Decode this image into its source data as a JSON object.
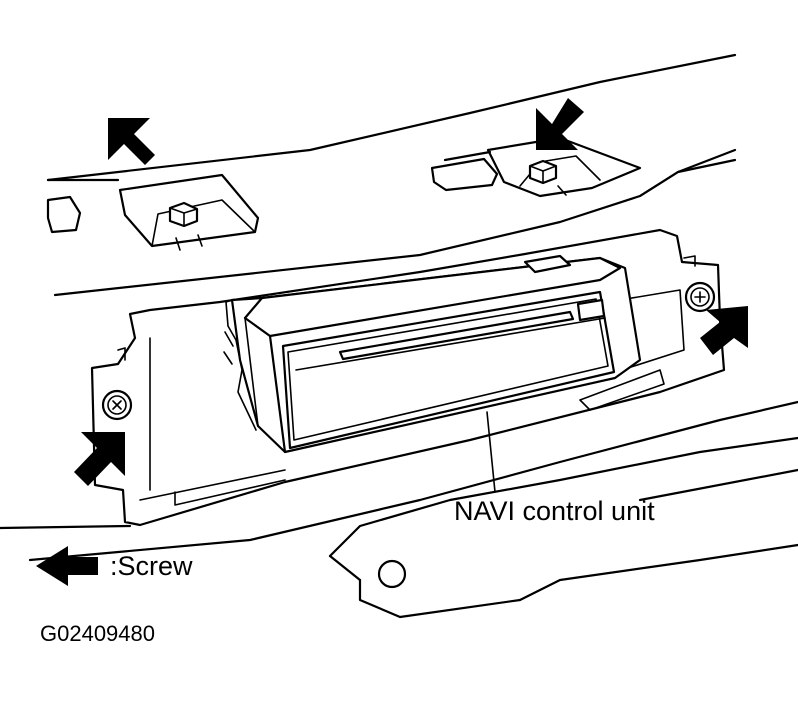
{
  "figure": {
    "callout_label": "NAVI control unit",
    "legend": {
      "symbol": "arrow-icon",
      "text": ":Screw"
    },
    "figure_code": "G02409480"
  },
  "screw_count": 4,
  "colors": {
    "line": "#000000",
    "background": "#ffffff"
  }
}
